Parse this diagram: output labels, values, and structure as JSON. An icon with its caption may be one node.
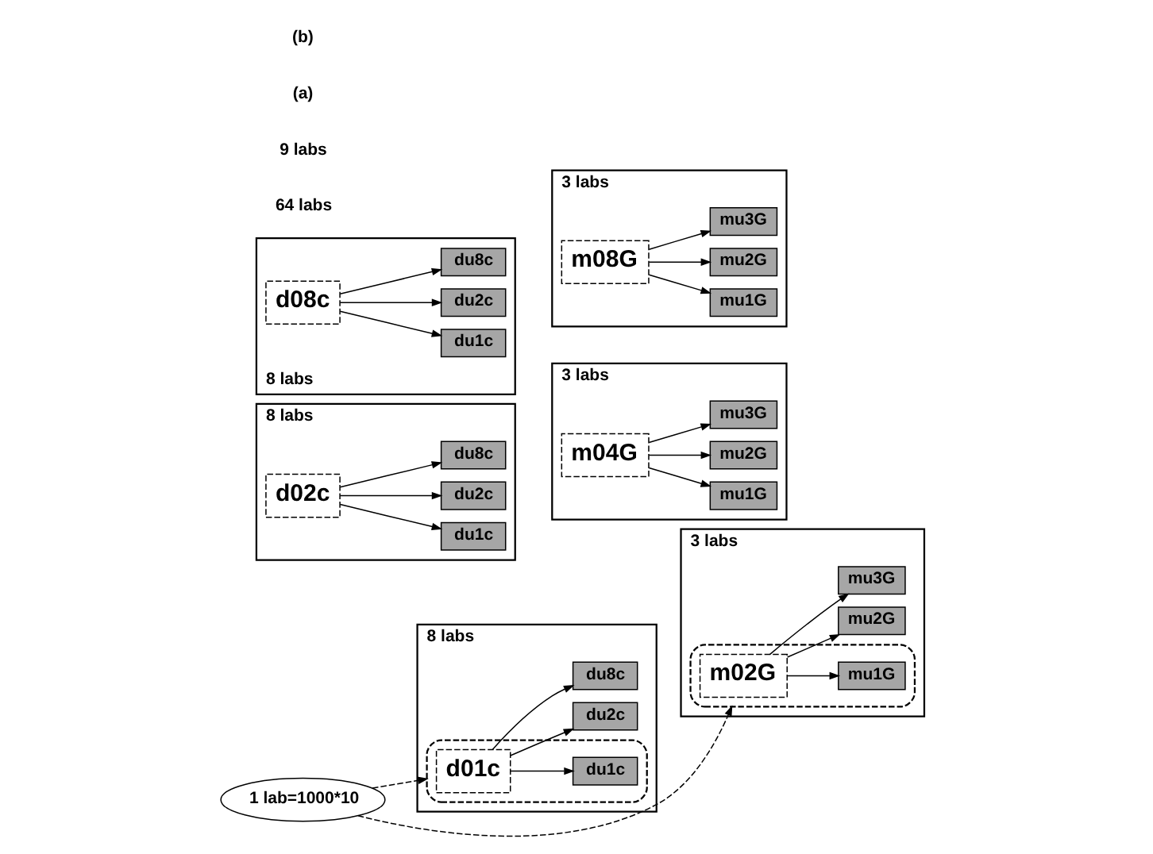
{
  "diagram": {
    "nodes": [
      {
        "text": [
          "8 labs"
        ]
      },
      {
        "text": [],
        "shape": "cloud",
        "in": 0
      },
      {
        "text": [
          "d01c"
        ],
        "in": 1
      },
      {
        "text": [
          "du1c"
        ],
        "in": 1
      },
      {
        "text": [
          "du2c"
        ],
        "in": 0
      },
      {
        "text": [
          "du8c"
        ],
        "in": 0
      },
      {
        "text": [
          "8 labs"
        ]
      },
      {
        "text": [
          "d02c"
        ],
        "in": 6
      },
      {
        "text": [
          "du1c"
        ],
        "in": 6
      },
      {
        "text": [
          "du2c"
        ],
        "in": 6
      },
      {
        "text": [
          "du8c"
        ],
        "in": 6
      },
      {
        "text": [
          "8 labs"
        ]
      },
      {
        "text": [
          "d08c"
        ],
        "in": 11
      },
      {
        "text": [
          "du1c"
        ],
        "in": 11
      },
      {
        "text": [
          "du2c"
        ],
        "in": 11
      },
      {
        "text": [
          "du8c"
        ],
        "in": 11
      },
      {
        "text": [
          "1 lab=1000*10"
        ]
      },
      {
        "text": [
          "3 labs"
        ]
      },
      {
        "text": [],
        "shape": "cloud",
        "in": 17
      },
      {
        "text": [
          "m02G"
        ],
        "in": 18
      },
      {
        "text": [
          "mu1G"
        ],
        "in": 18
      },
      {
        "text": [
          "mu2G"
        ],
        "in": 17
      },
      {
        "text": [
          "mu3G"
        ],
        "in": 17
      },
      {
        "text": [
          "3 labs"
        ]
      },
      {
        "text": [
          "m04G"
        ],
        "in": 23
      },
      {
        "text": [
          "mu1G"
        ],
        "in": 23
      },
      {
        "text": [
          "mu2G"
        ],
        "in": 23
      },
      {
        "text": [
          "mu3G"
        ],
        "in": 23
      },
      {
        "text": [
          "3 labs"
        ]
      },
      {
        "text": [
          "m08G"
        ],
        "in": 28
      },
      {
        "text": [
          "mu1G"
        ],
        "in": 28
      },
      {
        "text": [
          "mu2G"
        ],
        "in": 28
      },
      {
        "text": [
          "mu3G"
        ],
        "in": 28
      }
    ],
    "edges": [
      {
        "from": 2,
        "to": 3,
        "arrow": "to"
      },
      {
        "from": 2,
        "to": 4,
        "arrow": "to"
      },
      {
        "from": 2,
        "to": 5,
        "arrow": "to"
      },
      {
        "from": 7,
        "to": 8,
        "arrow": "to"
      },
      {
        "from": 7,
        "to": 9,
        "arrow": "to"
      },
      {
        "from": 7,
        "to": 10,
        "arrow": "to"
      },
      {
        "from": 12,
        "to": 13,
        "arrow": "to"
      },
      {
        "from": 12,
        "to": 14,
        "arrow": "to"
      },
      {
        "from": 12,
        "to": 15,
        "arrow": "to"
      },
      {
        "from": 16,
        "to": 1,
        "arrow": "to",
        "style": "dashed"
      },
      {
        "from": 16,
        "to": 18,
        "arrow": "to",
        "style": "dashed"
      },
      {
        "from": 19,
        "to": 20,
        "arrow": "to"
      },
      {
        "from": 19,
        "to": 21,
        "arrow": "to"
      },
      {
        "from": 19,
        "to": 22,
        "arrow": "to"
      },
      {
        "from": 24,
        "to": 25,
        "arrow": "to"
      },
      {
        "from": 24,
        "to": 26,
        "arrow": "to"
      },
      {
        "from": 24,
        "to": 27,
        "arrow": "to"
      },
      {
        "from": 29,
        "to": 30,
        "arrow": "to"
      },
      {
        "from": 29,
        "to": 31,
        "arrow": "to"
      },
      {
        "from": 29,
        "to": 32,
        "arrow": "to"
      }
    ],
    "labels": [
      "64 labs",
      "9 labs",
      "(a)",
      "(b)"
    ]
  }
}
